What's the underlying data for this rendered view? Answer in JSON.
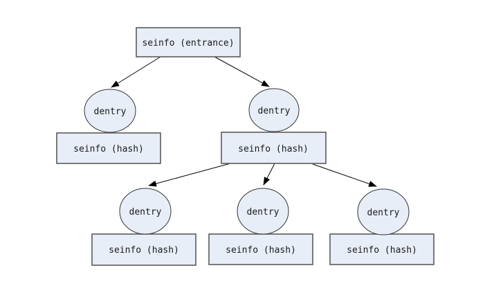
{
  "theme": {
    "page_bg": "#ffffff",
    "node_fill": "#e8eef8",
    "box_stroke": "#5a5a5a",
    "circle_stroke": "#333333",
    "arrow_color": "#000000",
    "text_color": "#1a1a1a"
  },
  "nodes": {
    "entrance": {
      "label": "seinfo (entrance)"
    },
    "level1": [
      {
        "circle": "dentry",
        "box": "seinfo (hash)"
      },
      {
        "circle": "dentry",
        "box": "seinfo (hash)"
      }
    ],
    "level2": [
      {
        "circle": "dentry",
        "box": "seinfo (hash)"
      },
      {
        "circle": "dentry",
        "box": "seinfo (hash)"
      },
      {
        "circle": "dentry",
        "box": "seinfo (hash)"
      }
    ]
  }
}
